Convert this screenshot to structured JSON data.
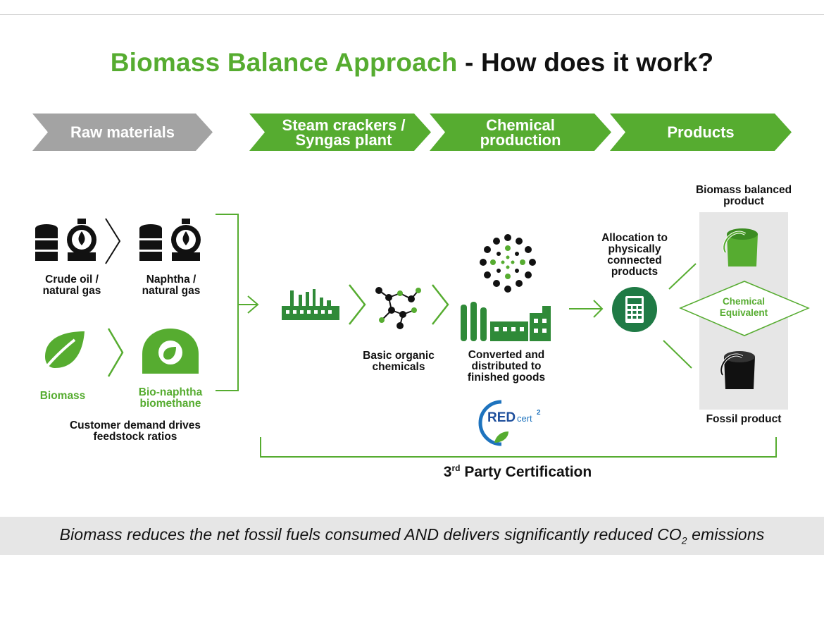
{
  "title": {
    "part1": "Biomass Balance Approach",
    "part2": " - How does it work?"
  },
  "stages": [
    "Raw materials",
    "Steam crackers / Syngas plant",
    "Chemical production",
    "Products"
  ],
  "labels": {
    "crude_oil": "Crude oil / natural gas",
    "naphtha": "Naphtha / natural gas",
    "biomass": "Biomass",
    "bio_naphtha": "Bio-naphtha biomethane",
    "customer_demand": "Customer demand drives feedstock ratios",
    "basic_organic": "Basic organic chemicals",
    "converted": "Converted and distributed to finished goods",
    "allocation": "Allocation to physically connected products",
    "biomass_product": "Biomass balanced product",
    "chemical_equivalent": "Chemical Equivalent",
    "fossil_product": "Fossil product",
    "redcert_main": "RED",
    "redcert_small": "cert",
    "redcert_sup": "2"
  },
  "certification": {
    "main": "3",
    "sup": "rd",
    "rest": " Party Certification"
  },
  "bottom": {
    "before": "Biomass reduces the net fossil fuels consumed AND delivers significantly reduced CO",
    "sub": "2",
    "after": " emissions"
  },
  "colors": {
    "green": "#56ac30",
    "grey": "#a3a3a3",
    "dark_green": "#1f7a45",
    "panel": "#e6e6e6"
  },
  "icons": [
    "oil-barrels-icon",
    "gas-tank-icon",
    "leaf-icon",
    "bio-tank-icon",
    "factory-icon",
    "molecule-icon",
    "chemical-plant-icon",
    "calculator-icon",
    "green-paint-bucket-icon",
    "black-paint-bucket-icon",
    "redcert-logo"
  ]
}
